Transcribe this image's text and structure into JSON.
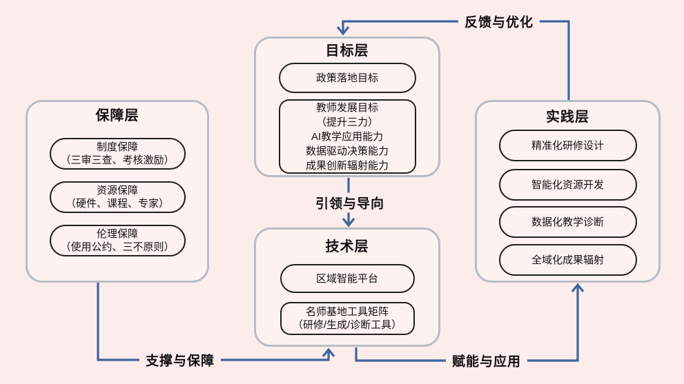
{
  "colors": {
    "bg": "#fcedec",
    "boxFill": "#fdf2f0",
    "boxBorder": "#b7bdc6",
    "pillBorder": "#1f1f1f",
    "line": "#3e649c",
    "ink": "#111111"
  },
  "layers": {
    "goal": {
      "title": "目标层",
      "items": [
        {
          "lines": [
            "政策落地目标"
          ]
        },
        {
          "lines": [
            "教师发展目标",
            "（提升三力）",
            "AI教学应用能力",
            "数据驱动决策能力",
            "成果创新辐射能力"
          ]
        }
      ]
    },
    "guarantee": {
      "title": "保障层",
      "items": [
        {
          "lines": [
            "制度保障",
            "（三审三查、考核激励）"
          ]
        },
        {
          "lines": [
            "资源保障",
            "（硬件、课程、专家）"
          ]
        },
        {
          "lines": [
            "伦理保障",
            "（使用公约、三不原则）"
          ]
        }
      ]
    },
    "tech": {
      "title": "技术层",
      "items": [
        {
          "lines": [
            "区域智能平台"
          ]
        },
        {
          "lines": [
            "名师基地工具矩阵",
            "（研修/生成/诊断工具）"
          ]
        }
      ]
    },
    "practice": {
      "title": "实践层",
      "items": [
        {
          "lines": [
            "精准化研修设计"
          ]
        },
        {
          "lines": [
            "智能化资源开发"
          ]
        },
        {
          "lines": [
            "数据化教学诊断"
          ]
        },
        {
          "lines": [
            "全域化成果辐射"
          ]
        }
      ]
    }
  },
  "edges": {
    "feedback": "反馈与优化",
    "lead": "引领与导向",
    "support": "支撑与保障",
    "empower": "赋能与应用"
  }
}
